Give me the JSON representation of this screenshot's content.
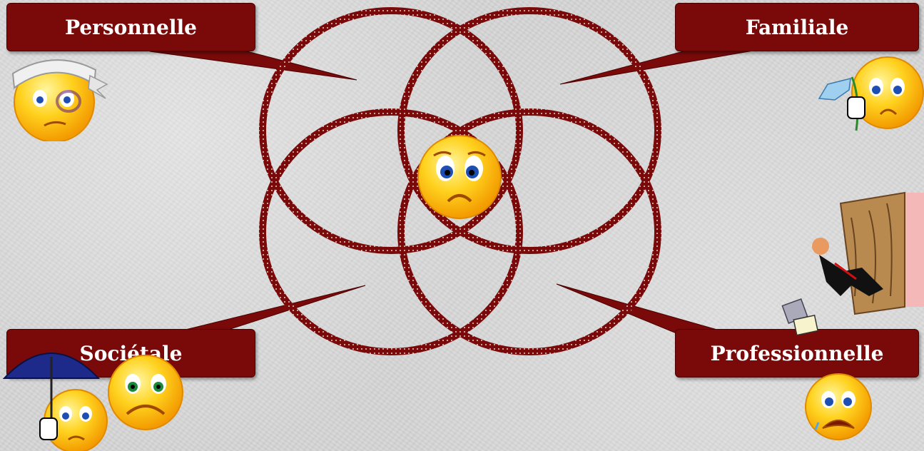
{
  "labels": {
    "personal": "Personnelle",
    "family": "Familiale",
    "societal": "Sociétale",
    "professional": "Professionnelle"
  },
  "colors": {
    "box": "#7a0a0a",
    "ring": "#7a0a0a",
    "face": "#ffd21f",
    "background": "#d6d6d6"
  }
}
